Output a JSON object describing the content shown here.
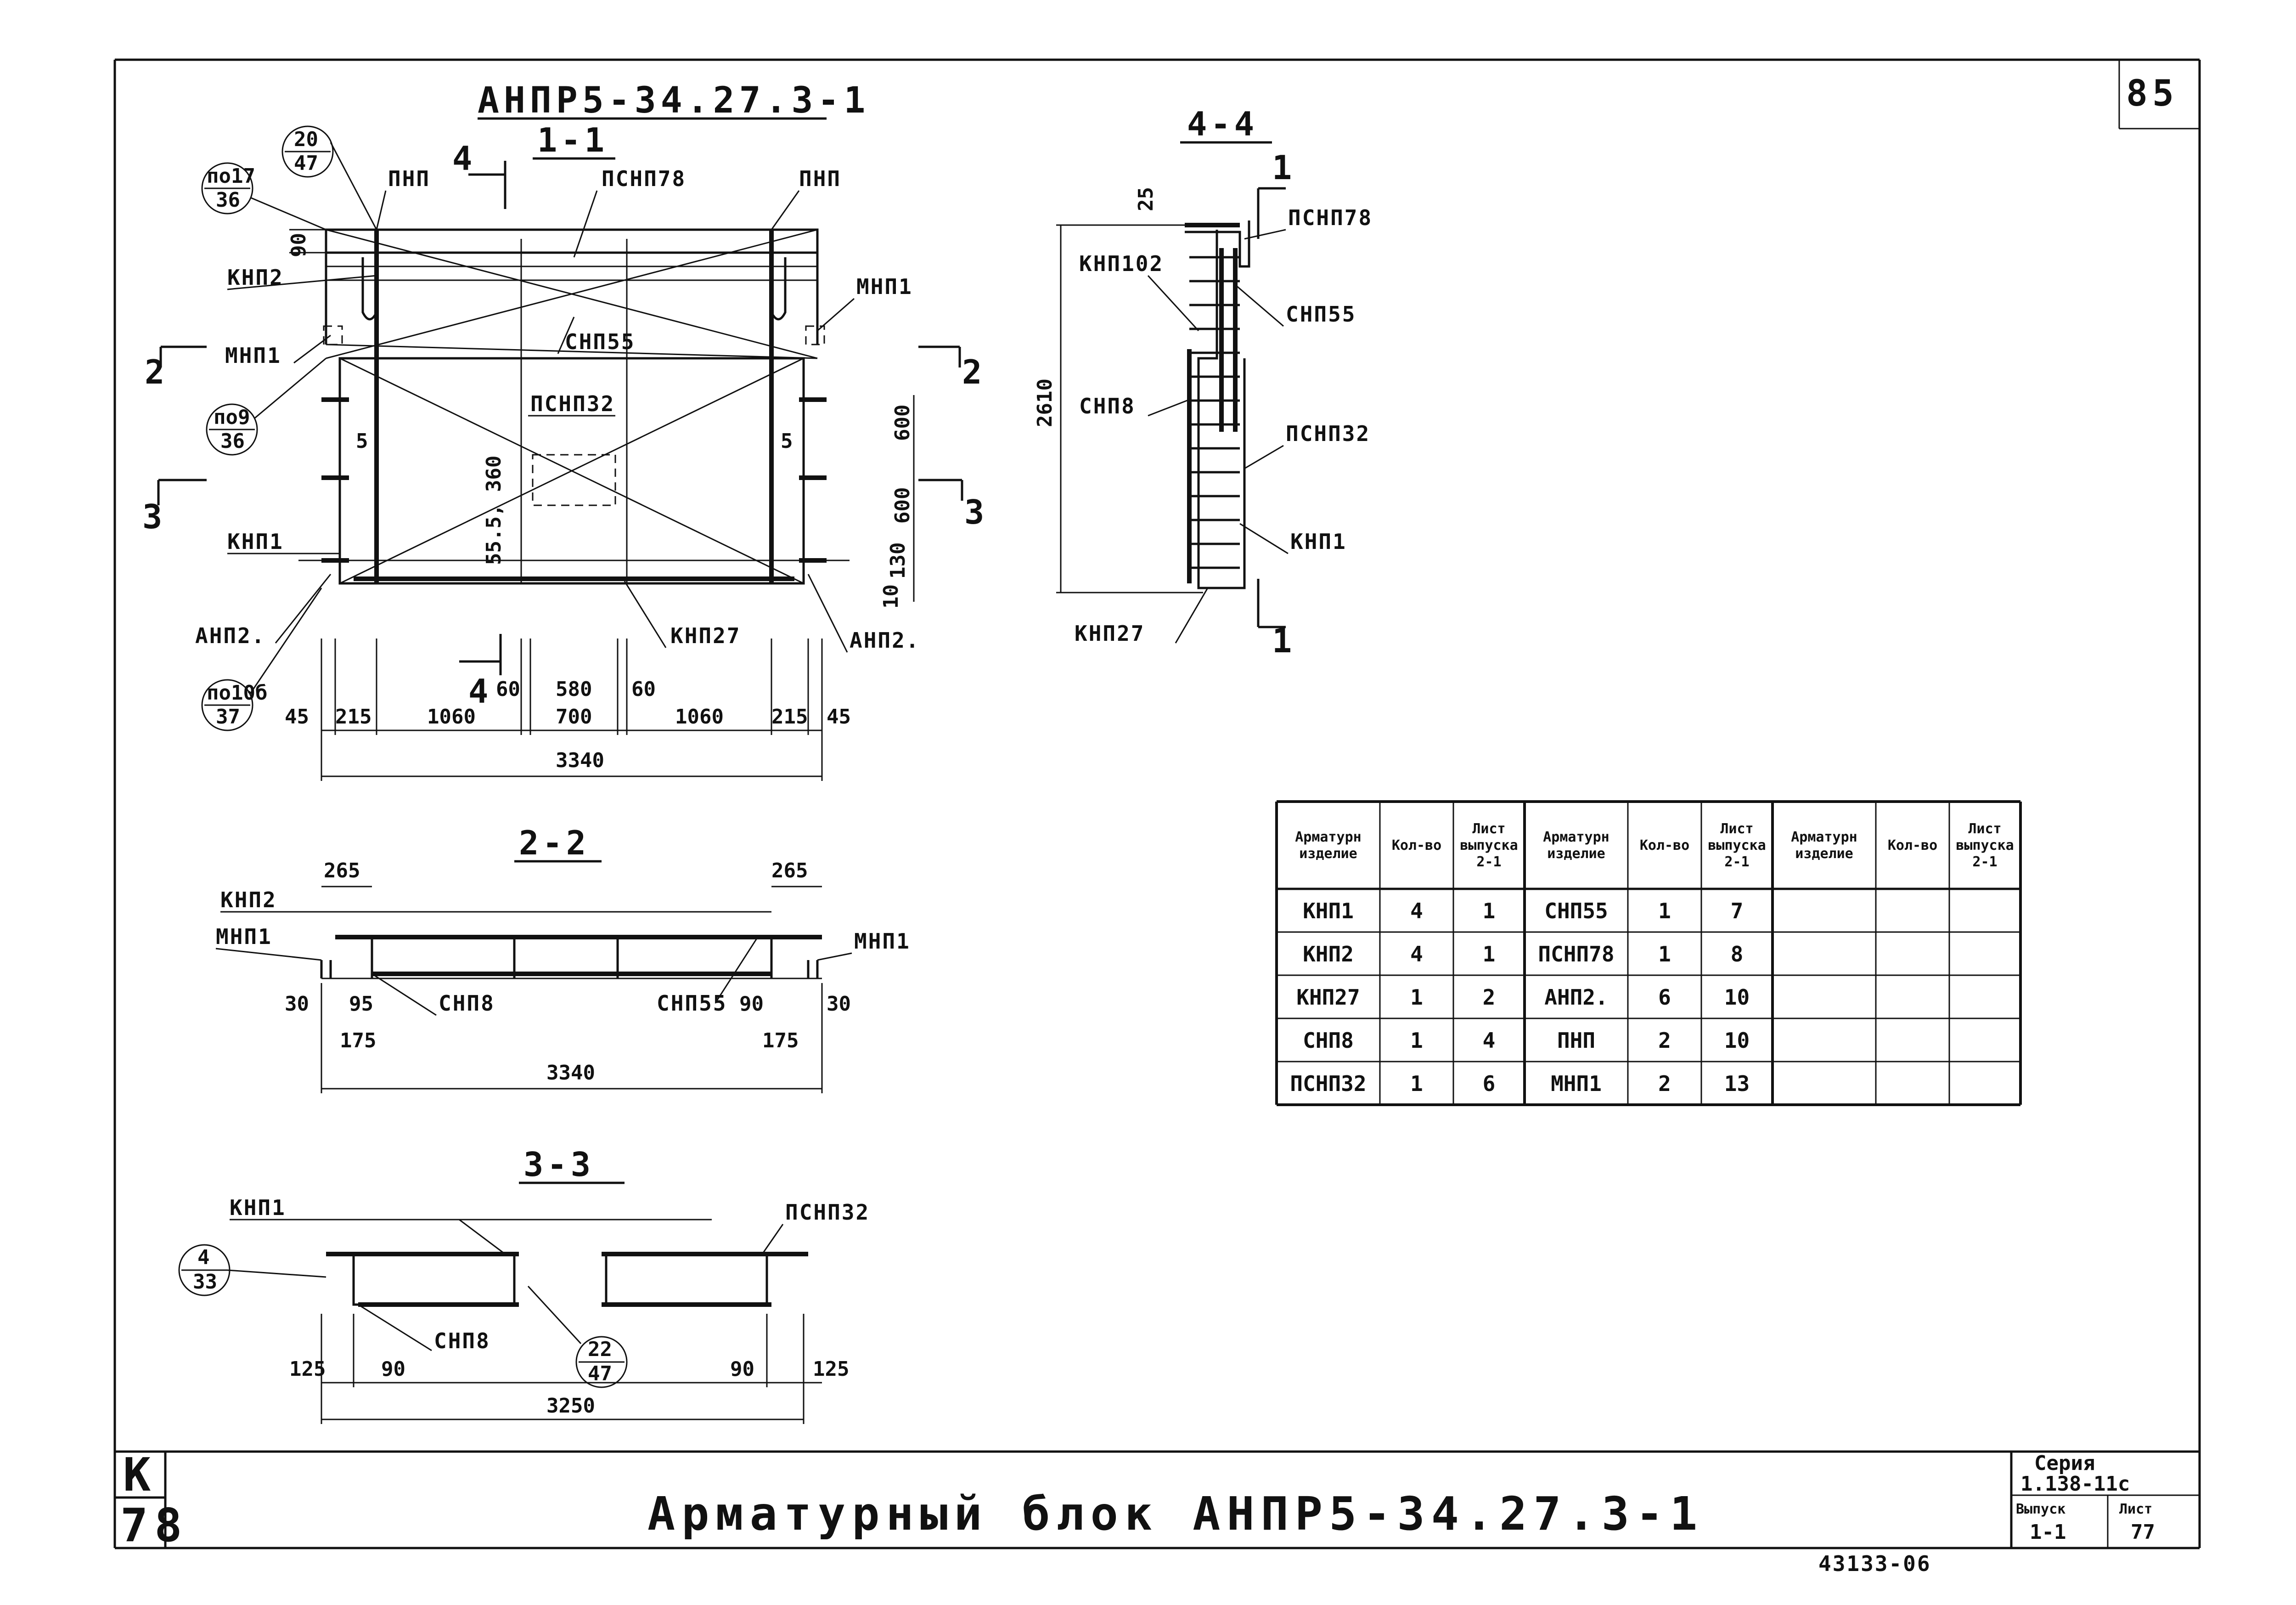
{
  "sheet_number": "85",
  "main_title": "АНПР5-34.27.3-1",
  "stamp_left": {
    "letter": "К",
    "number": "78"
  },
  "bottom_title": "Арматурный блок АНПР5-34.27.3-1",
  "title_block": {
    "series_label": "Серия",
    "series_value": "1.138-11с",
    "issue_label": "Выпуск",
    "issue_value": "1-1",
    "sheet_label": "Лист",
    "sheet_value": "77"
  },
  "sections": {
    "s11": {
      "title": "1-1",
      "labels": [
        "ПНП",
        "ПСНП78",
        "ПНП",
        "КНП2",
        "МНП1",
        "МНП1",
        "СНП55",
        "ПСНП32",
        "КНП1",
        "АНП2.",
        "КНП27",
        "АНП2."
      ],
      "circles": [
        {
          "top": "20",
          "bottom": "47"
        },
        {
          "top": "по17",
          "bottom": "36"
        },
        {
          "top": "по9",
          "bottom": "36"
        },
        {
          "top": "по10б",
          "bottom": "37"
        }
      ],
      "cut_marks": [
        "4",
        "2",
        "2",
        "3",
        "3",
        "4"
      ],
      "dims_bottom": [
        "45",
        "215",
        "1060",
        "60",
        "580",
        "60",
        "700",
        "1060",
        "215",
        "45"
      ],
      "dim_total": "3340",
      "dims_left": [
        "90",
        "5",
        "55.5, 360"
      ],
      "dims_right": [
        "5",
        "600",
        "600",
        "130",
        "10"
      ]
    },
    "s44": {
      "title": "4-4",
      "labels": [
        "ПСНП78",
        "КНП102",
        "СНП55",
        "СНП8",
        "ПСНП32",
        "КНП1",
        "КНП27"
      ],
      "cut_marks": [
        "1",
        "1"
      ],
      "dims": [
        "25",
        "2610"
      ]
    },
    "s22": {
      "title": "2-2",
      "labels": [
        "КНП2",
        "МНП1",
        "МНП1",
        "СНП8",
        "СНП55"
      ],
      "dims": [
        "265",
        "265",
        "30",
        "95",
        "175",
        "90",
        "175",
        "30"
      ],
      "dim_total": "3340"
    },
    "s33": {
      "title": "3-3",
      "labels": [
        "КНП1",
        "ПСНП32",
        "СНП8"
      ],
      "circles": [
        {
          "top": "4",
          "bottom": "33"
        },
        {
          "top": "22",
          "bottom": "47"
        }
      ],
      "dims": [
        "125",
        "90",
        "90",
        "125"
      ],
      "dim_total": "3250"
    }
  },
  "spec_table": {
    "headers": [
      [
        "Арматурн",
        "изделие"
      ],
      [
        "Кол-во"
      ],
      [
        "Лист",
        "выпуска",
        "2-1"
      ],
      [
        "Арматурн",
        "изделие"
      ],
      [
        "Кол-во"
      ],
      [
        "Лист",
        "выпуска",
        "2-1"
      ],
      [
        "Арматурн",
        "изделие"
      ],
      [
        "Кол-во"
      ],
      [
        "Лист",
        "выпуска",
        "2-1"
      ]
    ],
    "rows": [
      [
        "КНП1",
        "4",
        "1",
        "СНП55",
        "1",
        "7",
        "",
        "",
        ""
      ],
      [
        "КНП2",
        "4",
        "1",
        "ПСНП78",
        "1",
        "8",
        "",
        "",
        ""
      ],
      [
        "КНП27",
        "1",
        "2",
        "АНП2.",
        "6",
        "10",
        "",
        "",
        ""
      ],
      [
        "СНП8",
        "1",
        "4",
        "ПНП",
        "2",
        "10",
        "",
        "",
        ""
      ],
      [
        "ПСНП32",
        "1",
        "6",
        "МНП1",
        "2",
        "13",
        "",
        "",
        ""
      ]
    ]
  },
  "footer_stamp": "43133-06"
}
